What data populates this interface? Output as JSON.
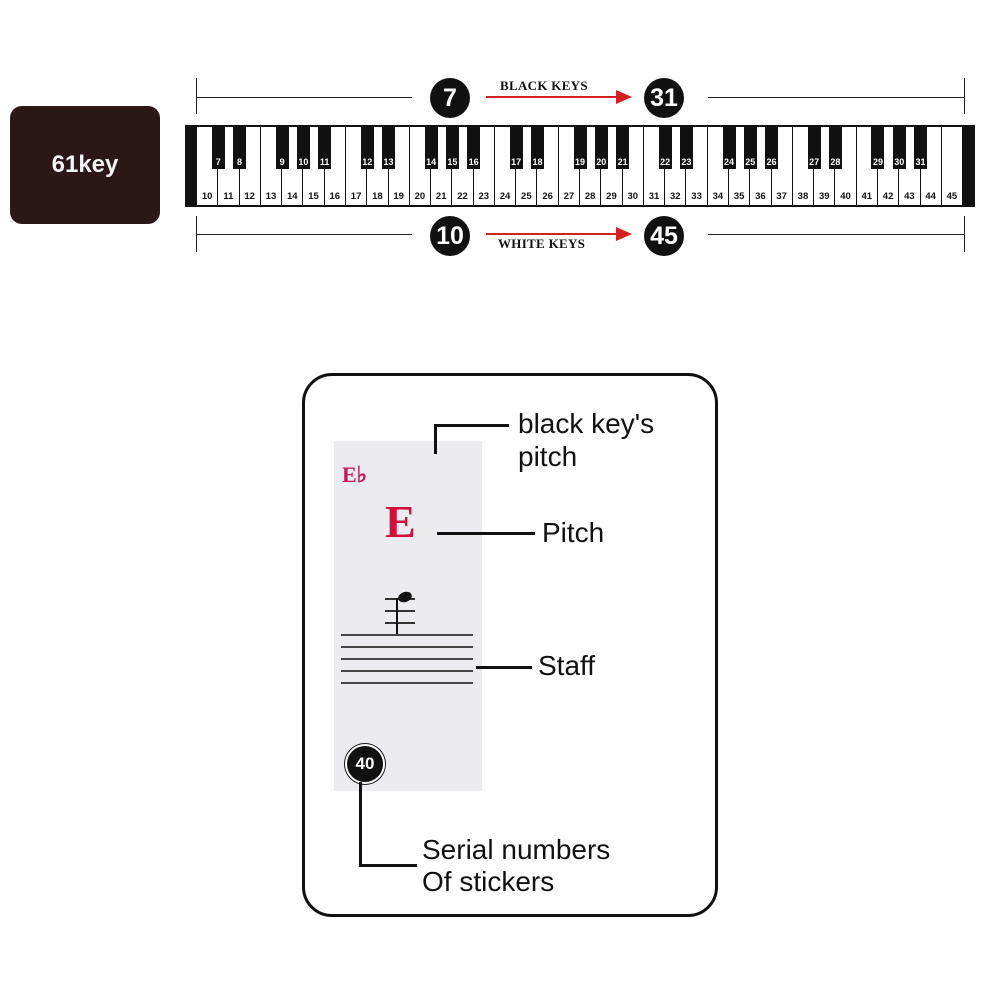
{
  "badge": {
    "label": "61key"
  },
  "top_indicator": {
    "start": "7",
    "end": "31",
    "label": "BLACK KEYS"
  },
  "bottom_indicator": {
    "start": "10",
    "end": "45",
    "label": "WHITE KEYS"
  },
  "keyboard": {
    "white_keys": [
      "10",
      "11",
      "12",
      "13",
      "14",
      "15",
      "16",
      "17",
      "18",
      "19",
      "20",
      "21",
      "22",
      "23",
      "24",
      "25",
      "26",
      "27",
      "28",
      "29",
      "30",
      "31",
      "32",
      "33",
      "34",
      "35",
      "36",
      "37",
      "38",
      "39",
      "40",
      "41",
      "42",
      "43",
      "44",
      "45"
    ],
    "black_keys": [
      {
        "num": "7",
        "after": 0
      },
      {
        "num": "8",
        "after": 1
      },
      {
        "num": "9",
        "after": 3
      },
      {
        "num": "10",
        "after": 4
      },
      {
        "num": "11",
        "after": 5
      },
      {
        "num": "12",
        "after": 7
      },
      {
        "num": "13",
        "after": 8
      },
      {
        "num": "14",
        "after": 10
      },
      {
        "num": "15",
        "after": 11
      },
      {
        "num": "16",
        "after": 12
      },
      {
        "num": "17",
        "after": 14
      },
      {
        "num": "18",
        "after": 15
      },
      {
        "num": "19",
        "after": 17
      },
      {
        "num": "20",
        "after": 18
      },
      {
        "num": "21",
        "after": 19
      },
      {
        "num": "22",
        "after": 21
      },
      {
        "num": "23",
        "after": 22
      },
      {
        "num": "24",
        "after": 24
      },
      {
        "num": "25",
        "after": 25
      },
      {
        "num": "26",
        "after": 26
      },
      {
        "num": "27",
        "after": 28
      },
      {
        "num": "28",
        "after": 29
      },
      {
        "num": "29",
        "after": 31
      },
      {
        "num": "30",
        "after": 32
      },
      {
        "num": "31",
        "after": 33
      }
    ]
  },
  "sticker": {
    "black_key_pitch": "E♭",
    "pitch": "E",
    "serial": "40",
    "colors": {
      "black_key_pitch": "#c2185b",
      "pitch": "#d0103a"
    }
  },
  "callouts": {
    "black_key_pitch_line1": "black key's",
    "black_key_pitch_line2": "pitch",
    "pitch": "Pitch",
    "staff": "Staff",
    "serial_line1": "Serial numbers",
    "serial_line2": "Of stickers"
  }
}
